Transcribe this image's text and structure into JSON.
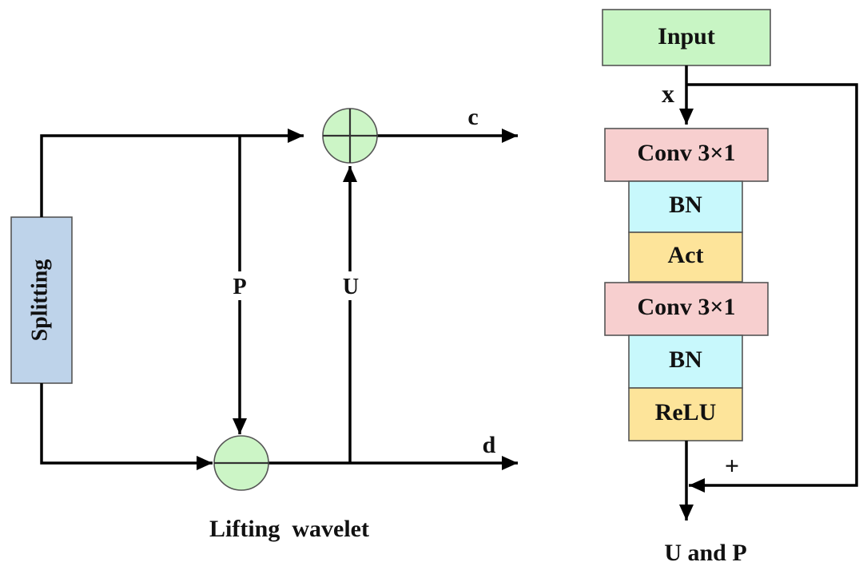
{
  "colors": {
    "splitting_fill": "#bed3ea",
    "node_fill": "#ccf5c6",
    "input_fill": "#c8f5c4",
    "conv_fill": "#f7cfcf",
    "bn_fill": "#c8f8fc",
    "act_fill": "#fde49a",
    "line": "#000000"
  },
  "lifting": {
    "splitting_label": "Splitting",
    "predict_label": "P",
    "update_label": "U",
    "output_c_label": "c",
    "output_d_label": "d",
    "caption": "Lifting  wavelet"
  },
  "block": {
    "input_label": "Input",
    "x_label": "x",
    "conv1_label": "Conv 3×1",
    "bn1_label": "BN",
    "act_label": "Act",
    "conv2_label": "Conv 3×1",
    "bn2_label": "BN",
    "relu_label": "ReLU",
    "plus_label": "+",
    "caption": "U and P"
  }
}
